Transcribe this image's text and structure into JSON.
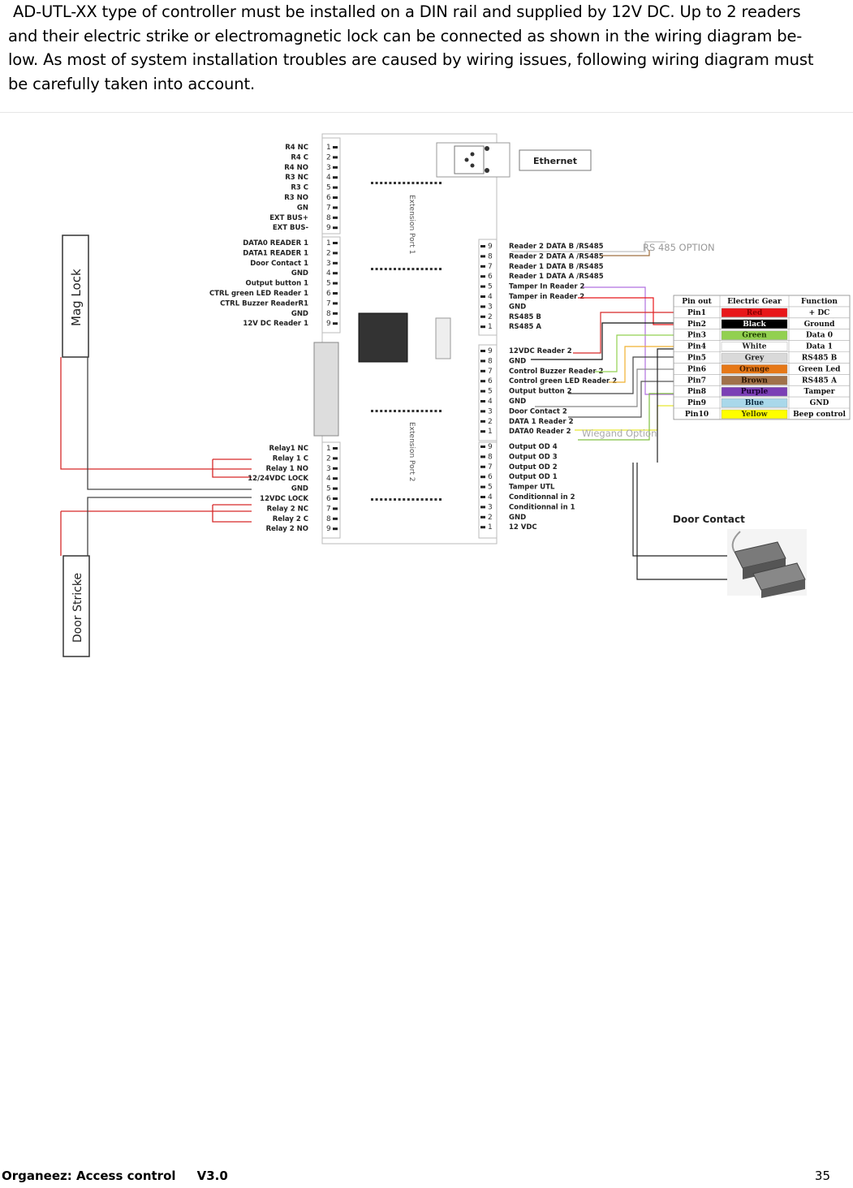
{
  "intro": {
    "line1": " AD-UTL-XX type of controller must be installed on a DIN rail and supplied by 12V DC. Up to 2 readers",
    "line2": "and their electric strike or electromagnetic lock can be connected as shown in the wiring diagram be-",
    "line3": "low. As most of system installation troubles are caused by wiring issues, following wiring diagram must",
    "line4": "be carefully taken into account."
  },
  "diagram": {
    "mag_lock": "Mag Lock",
    "door_strike": "Door Stricke",
    "ethernet": "Ethernet",
    "ext_port_1": "Extension Port 1",
    "ext_port_2": "Extension Port  2",
    "rs485_option": "RS 485 OPTION",
    "wiegand_option": "Wiegand Option",
    "door_contact": "Door Contact",
    "left_block_1": [
      "R4  NC",
      "R4 C",
      "R4 NO",
      "R3 NC",
      "R3 C",
      "R3 NO",
      "GN",
      "EXT BUS+",
      "EXT BUS-"
    ],
    "left_block_2": [
      "DATA0 READER 1",
      "DATA1 READER 1",
      "Door Contact  1",
      "GND",
      "Output button 1",
      "CTRL green  LED Reader 1",
      "CTRL Buzzer  ReaderR1",
      "GND",
      "12V DC Reader 1"
    ],
    "left_block_3": [
      "Relay1 NC",
      "Relay 1 C",
      "Relay 1 NO",
      "12/24VDC LOCK",
      "GND",
      "12VDC LOCK",
      "Relay 2 NC",
      "Relay 2 C",
      "Relay 2 NO"
    ],
    "right_block_1": [
      "Reader 2 DATA B /RS485",
      "Reader 2 DATA A /RS485",
      "Reader 1 DATA B /RS485",
      "Reader 1 DATA A /RS485",
      "Tamper In Reader 2",
      "Tamper in Reader 2",
      "GND",
      "RS485 B",
      "RS485 A"
    ],
    "right_block_2": [
      "12VDC  Reader  2",
      "GND",
      "Control Buzzer Reader 2",
      "Control green LED Reader 2",
      "Output button 2",
      "GND",
      "Door Contact 2",
      "DATA  1 Reader 2",
      "DATA0  Reader 2"
    ],
    "right_block_3": [
      "Output OD 4",
      "Output OD 3",
      "Output OD 2",
      "Output OD 1",
      "Tamper  UTL",
      "Conditionnal in 2",
      "Conditionnal in 1",
      "GND",
      "12 VDC"
    ],
    "left_numbers": [
      "1",
      "2",
      "3",
      "4",
      "5",
      "6",
      "7",
      "8",
      "9"
    ],
    "right_numbers": [
      "9",
      "8",
      "7",
      "6",
      "5",
      "4",
      "3",
      "2",
      "1"
    ],
    "table": {
      "headers": [
        "Pin out",
        "Electric Gear",
        "Function"
      ],
      "rows": [
        {
          "pin": "Pin1",
          "gear": "Red",
          "func": "+ DC",
          "color": "#e8171a",
          "text_color": "#8b0000"
        },
        {
          "pin": "Pin2",
          "gear": "Black",
          "func": "Ground",
          "color": "#000000",
          "text_color": "#ffffff"
        },
        {
          "pin": "Pin3",
          "gear": "Green",
          "func": "Data 0",
          "color": "#92d050",
          "text_color": "#1f3d00"
        },
        {
          "pin": "Pin4",
          "gear": "White",
          "func": "Data 1",
          "color": "#ffffff",
          "text_color": "#222222"
        },
        {
          "pin": "Pin5",
          "gear": "Grey",
          "func": "RS485 B",
          "color": "#d9d9d9",
          "text_color": "#222222"
        },
        {
          "pin": "Pin6",
          "gear": "Orange",
          "func": "Green Led",
          "color": "#e67817",
          "text_color": "#4a2000"
        },
        {
          "pin": "Pin7",
          "gear": "Brown",
          "func": "RS485 A",
          "color": "#a0714a",
          "text_color": "#2a1400"
        },
        {
          "pin": "Pin8",
          "gear": "Purple",
          "func": "Tamper",
          "color": "#7b3fb5",
          "text_color": "#1a0033"
        },
        {
          "pin": "Pin9",
          "gear": "Blue",
          "func": "GND",
          "color": "#a9d8ea",
          "text_color": "#0a2a40"
        },
        {
          "pin": "Pin10",
          "gear": "Yellow",
          "func": "Beep control",
          "color": "#ffff00",
          "text_color": "#444400"
        }
      ]
    }
  },
  "footer": {
    "left": "Organeez: Access control     V3.0",
    "page": "35"
  }
}
